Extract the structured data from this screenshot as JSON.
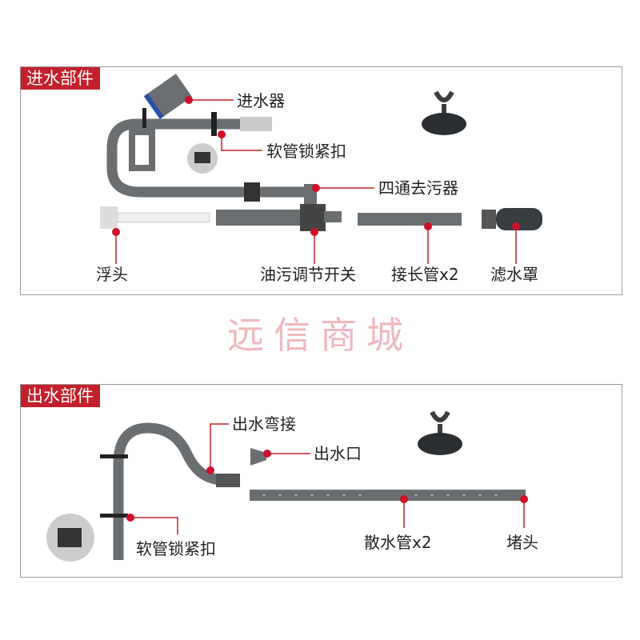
{
  "intake_section": {
    "title": "进水部件",
    "labels": {
      "intake": "进水器",
      "hose_clamp": "软管锁紧扣",
      "four_way": "四通去污器",
      "float_head": "浮头",
      "oil_switch": "油污调节开关",
      "extension": "接长管x2",
      "strainer": "滤水罩"
    }
  },
  "watermark": "远信商城",
  "outlet_section": {
    "title": "出水部件",
    "labels": {
      "elbow": "出水弯接",
      "nozzle": "出水口",
      "spray_bar": "散水管x2",
      "end_cap": "堵头",
      "hose_clamp": "软管锁紧扣"
    }
  },
  "colors": {
    "accent": "#c3202b",
    "pipe": "#6b6e70",
    "dot": "#d0102a"
  }
}
